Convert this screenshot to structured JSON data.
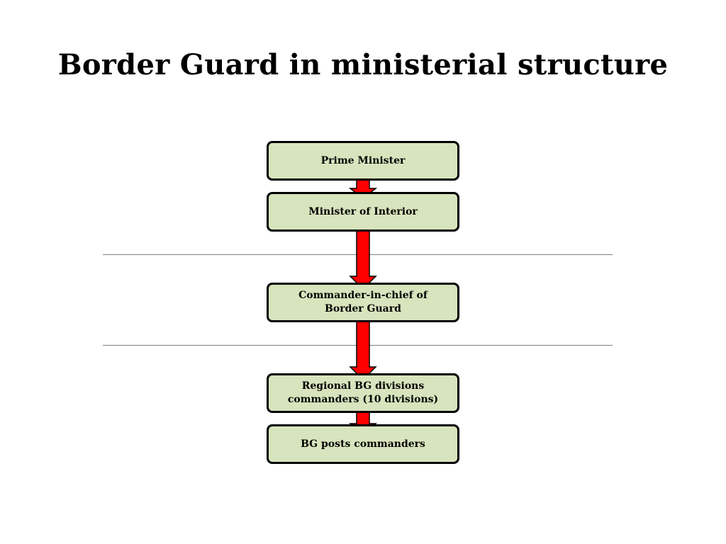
{
  "title": "Border Guard in ministerial structure",
  "diagram": {
    "nodes": [
      {
        "id": "pm",
        "label": "Prime Minister"
      },
      {
        "id": "interior",
        "label": "Minister of Interior"
      },
      {
        "id": "commander",
        "label": "Commander-in-chief of\nBorder Guard"
      },
      {
        "id": "regional",
        "label": "Regional BG divisions\ncommanders (10 divisions)"
      },
      {
        "id": "posts",
        "label": "BG posts commanders"
      }
    ],
    "edges": [
      {
        "from": "pm",
        "to": "interior"
      },
      {
        "from": "interior",
        "to": "commander"
      },
      {
        "from": "commander",
        "to": "regional"
      },
      {
        "from": "regional",
        "to": "posts"
      }
    ]
  },
  "colors": {
    "box_fill": "#d7e4bd",
    "box_border": "#000000",
    "arrow_fill": "#ff0000",
    "arrow_stroke": "#000000",
    "divider": "#7f7f7f"
  }
}
